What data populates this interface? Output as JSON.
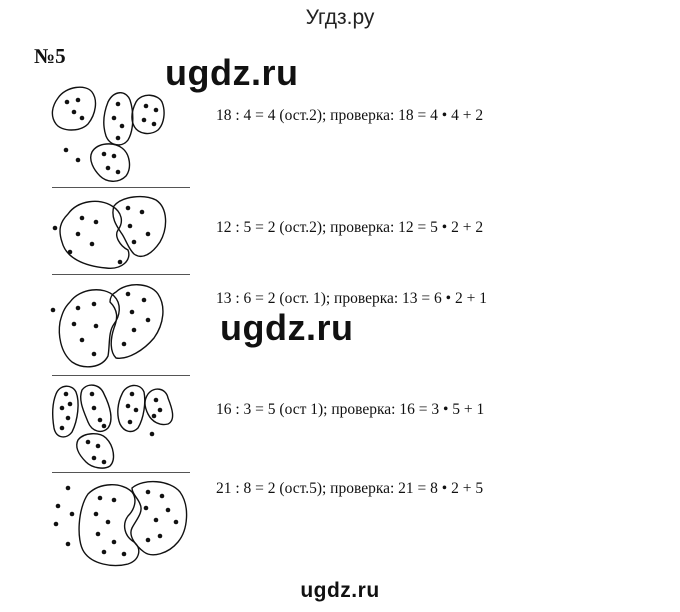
{
  "header": {
    "site_title": "Угдз.ру"
  },
  "task": {
    "number": "№5"
  },
  "watermarks": [
    "ugdz.ru",
    "ugdz.ru",
    "ugdz.ru"
  ],
  "rows": [
    {
      "equation": "18 : 4 = 4 (ост.2); проверка: 18 = 4 • 4 + 2"
    },
    {
      "equation": "12 : 5 = 2 (ост.2); проверка: 12 = 5 • 2 + 2"
    },
    {
      "equation": "13 : 6 = 2 (ост. 1); проверка: 13 = 6 • 2 + 1"
    },
    {
      "equation": "16 : 3 = 5 (ост 1); проверка: 16 = 3 • 5 + 1"
    },
    {
      "equation": "21 : 8 = 2 (ост.5); проверка: 21 = 8 • 2 + 5"
    }
  ]
}
